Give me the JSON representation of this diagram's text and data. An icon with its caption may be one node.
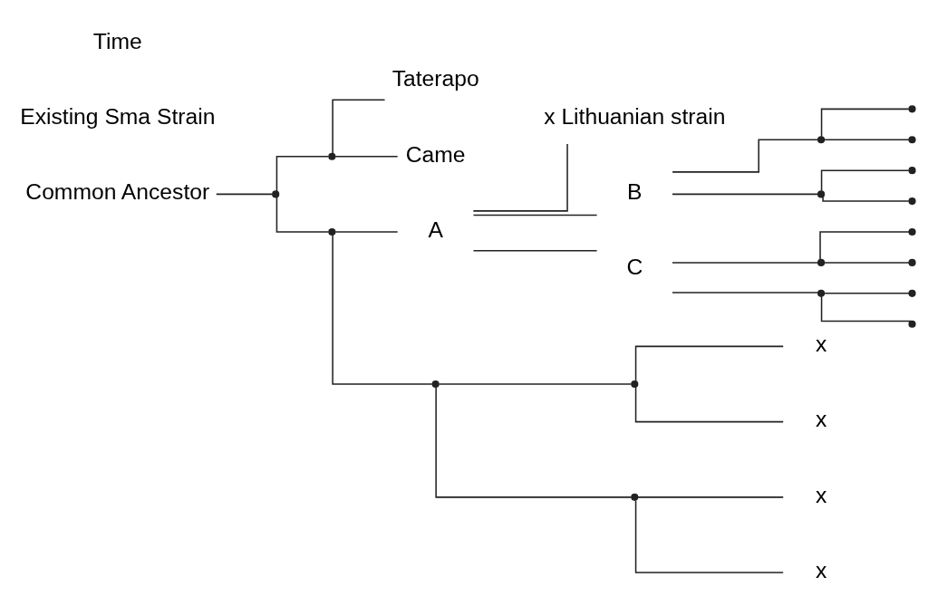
{
  "diagram": {
    "nodes": [
      {
        "text": [
          "Common Ancestor"
        ]
      },
      {
        "text": [],
        "shape": "point"
      },
      {
        "text": [],
        "shape": "point"
      },
      {
        "text": [
          "Taterapo"
        ]
      },
      {
        "text": [
          "Came"
        ]
      },
      {
        "text": [
          "x Lithuanian strain"
        ]
      },
      {
        "text": [
          "A"
        ]
      },
      {
        "text": [
          "B"
        ]
      },
      {
        "text": [],
        "shape": "point"
      },
      {
        "text": [],
        "shape": "point"
      },
      {
        "text": [],
        "shape": "point"
      },
      {
        "text": [],
        "shape": "point"
      },
      {
        "text": [],
        "shape": "point"
      },
      {
        "text": [],
        "shape": "point"
      },
      {
        "text": [
          "C"
        ]
      },
      {
        "text": [],
        "shape": "point"
      },
      {
        "text": [],
        "shape": "point"
      },
      {
        "text": [],
        "shape": "point"
      },
      {
        "text": [],
        "shape": "point"
      },
      {
        "text": [],
        "shape": "point"
      },
      {
        "text": [],
        "shape": "point"
      },
      {
        "text": [],
        "shape": "point"
      },
      {
        "text": [],
        "shape": "point"
      },
      {
        "text": [],
        "shape": "point"
      },
      {
        "text": [
          "x"
        ]
      },
      {
        "text": [
          "x"
        ]
      },
      {
        "text": [],
        "shape": "point"
      },
      {
        "text": [
          "x"
        ]
      },
      {
        "text": [
          "x"
        ]
      }
    ],
    "edges": [
      {
        "from": 0,
        "to": 1,
        "arrow": "none"
      },
      {
        "from": 1,
        "to": 2,
        "arrow": "none"
      },
      {
        "from": 2,
        "to": 3,
        "arrow": "none"
      },
      {
        "from": 2,
        "to": 4,
        "arrow": "none"
      },
      {
        "from": 1,
        "to": 21,
        "arrow": "none"
      },
      {
        "from": 21,
        "to": 6,
        "arrow": "none"
      },
      {
        "from": 6,
        "to": 5,
        "arrow": "none"
      },
      {
        "from": 6,
        "to": 7,
        "arrow": "none"
      },
      {
        "from": 6,
        "to": 14,
        "arrow": "none"
      },
      {
        "from": 7,
        "to": 8,
        "arrow": "none"
      },
      {
        "from": 8,
        "to": 9,
        "arrow": "none"
      },
      {
        "from": 8,
        "to": 10,
        "arrow": "none"
      },
      {
        "from": 7,
        "to": 11,
        "arrow": "none"
      },
      {
        "from": 11,
        "to": 12,
        "arrow": "none"
      },
      {
        "from": 11,
        "to": 13,
        "arrow": "none"
      },
      {
        "from": 14,
        "to": 15,
        "arrow": "none"
      },
      {
        "from": 15,
        "to": 16,
        "arrow": "none"
      },
      {
        "from": 15,
        "to": 17,
        "arrow": "none"
      },
      {
        "from": 14,
        "to": 18,
        "arrow": "none"
      },
      {
        "from": 18,
        "to": 19,
        "arrow": "none"
      },
      {
        "from": 18,
        "to": 20,
        "arrow": "none"
      },
      {
        "from": 21,
        "to": 22,
        "arrow": "none"
      },
      {
        "from": 22,
        "to": 23,
        "arrow": "none"
      },
      {
        "from": 23,
        "to": 24,
        "arrow": "none"
      },
      {
        "from": 23,
        "to": 25,
        "arrow": "none"
      },
      {
        "from": 22,
        "to": 26,
        "arrow": "none"
      },
      {
        "from": 26,
        "to": 27,
        "arrow": "none"
      },
      {
        "from": 26,
        "to": 28,
        "arrow": "none"
      }
    ],
    "labels": [
      "Existing Sma Strain",
      "Time"
    ]
  }
}
